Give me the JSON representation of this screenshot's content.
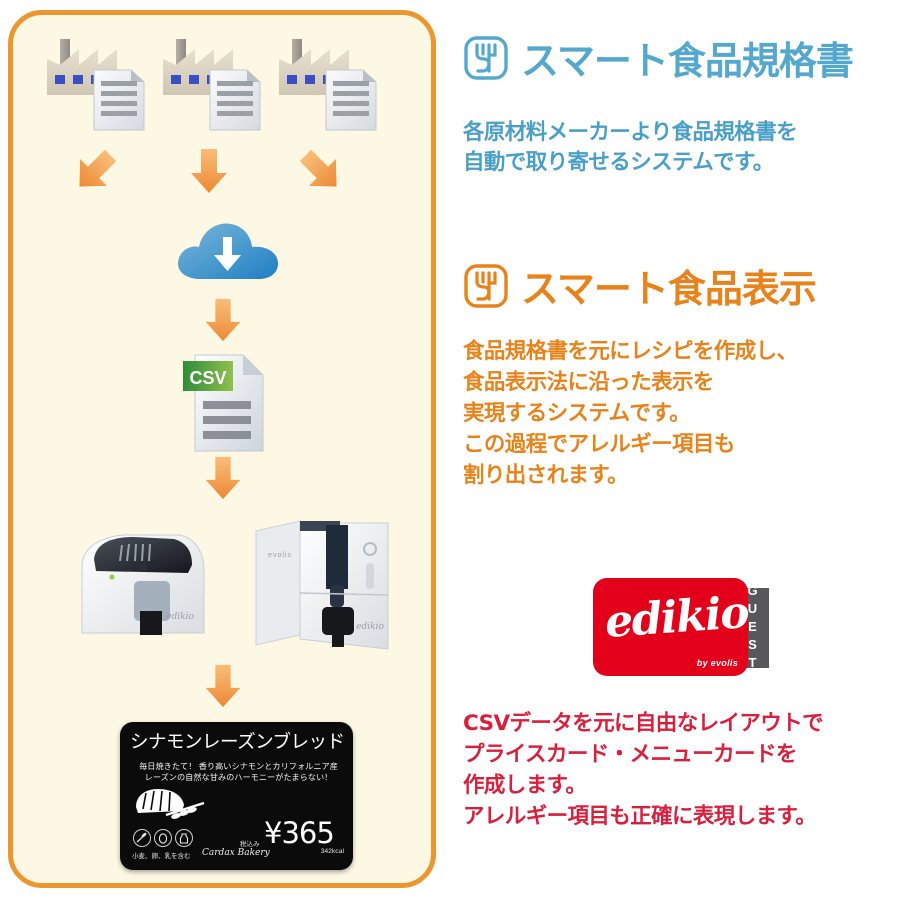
{
  "theme": {
    "page_bg": "#ffffff",
    "panel_bg": "#fdf8e3",
    "panel_border": "#eb962f",
    "blue": "#55a8cd",
    "orange": "#e8821a",
    "red": "#d81f3c",
    "edikio_red": "#e2001a",
    "guest_gray": "#58585a",
    "arrow_orange": "#f0993f"
  },
  "flow": {
    "factories": [
      {
        "icon": "factory-icon",
        "doc_icon": "document-icon",
        "arrow": "arrow-down-left-icon"
      },
      {
        "icon": "factory-icon",
        "doc_icon": "document-icon",
        "arrow": "arrow-down-icon"
      },
      {
        "icon": "factory-icon",
        "doc_icon": "document-icon",
        "arrow": "arrow-down-right-icon"
      }
    ],
    "cloud": {
      "icon": "cloud-download-icon"
    },
    "csv": {
      "icon": "csv-file-icon",
      "label": "CSV"
    },
    "printers": [
      {
        "icon": "card-printer-icon",
        "brand": "edikio"
      },
      {
        "icon": "card-printer-upright-icon",
        "brand": "edikio",
        "side_brand": "evolis"
      }
    ],
    "price_card": {
      "title": "シナモンレーズンブレッド",
      "description_line1": "毎日焼きたて！ 香り高いシナモンとカリフォルニア産",
      "description_line2": "レーズンの自然な甘みのハーモニーがたまらない！",
      "bread_icon": "bread-wheat-icon",
      "allergen_icons": [
        "wheat-allergen-icon",
        "egg-allergen-icon",
        "milk-allergen-icon"
      ],
      "allergen_text": "小麦、卵、乳を含む",
      "bakery_name": "Cardax Bakery",
      "tax_label": "税込み",
      "price": "¥365",
      "calories": "342kcal"
    }
  },
  "sections": {
    "spec": {
      "icon": "food-spec-icon",
      "title": "スマート食品規格書",
      "body": [
        "各原材料メーカーより食品規格書を",
        "自動で取り寄せるシステムです。"
      ]
    },
    "label": {
      "icon": "food-label-icon",
      "title": "スマート食品表示",
      "body": [
        "食品規格書を元にレシピを作成し、",
        "食品表示法に沿った表示を",
        "実現するシステムです。",
        "この過程でアレルギー項目も",
        "割り出されます。"
      ]
    },
    "edikio": {
      "logo_name": "edikio",
      "logo_byline": "by evolis",
      "tab_label": "GUEST",
      "body": [
        "CSVデータを元に自由なレイアウトで",
        "プライスカード・メニューカードを",
        "作成します。",
        "アレルギー項目も正確に表現します。"
      ]
    }
  }
}
